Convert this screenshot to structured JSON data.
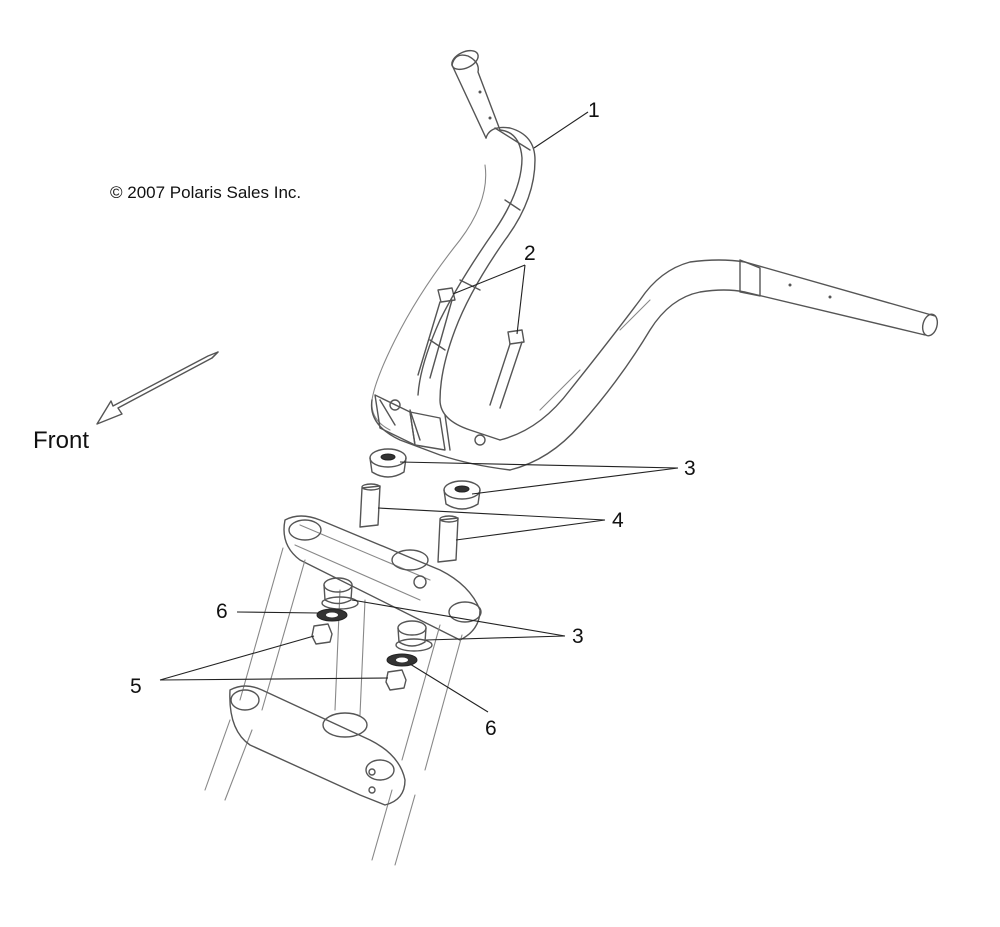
{
  "copyright": "© 2007 Polaris Sales Inc.",
  "direction_label": "Front",
  "callouts": [
    {
      "id": "c1",
      "text": "1"
    },
    {
      "id": "c2",
      "text": "2"
    },
    {
      "id": "c3a",
      "text": "3"
    },
    {
      "id": "c4",
      "text": "4"
    },
    {
      "id": "c6a",
      "text": "6"
    },
    {
      "id": "c3b",
      "text": "3"
    },
    {
      "id": "c5",
      "text": "5"
    },
    {
      "id": "c6b",
      "text": "6"
    }
  ]
}
